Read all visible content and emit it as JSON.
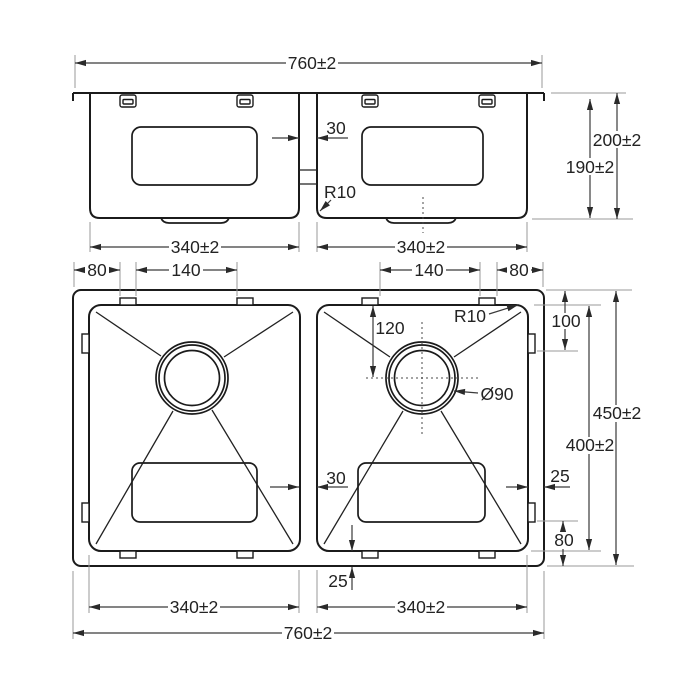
{
  "palette": {
    "part_line": "#1b1b1b",
    "dimension_line": "#3a3a3a",
    "extension_line": "#9a9a9a",
    "text": "#232323",
    "background": "#ffffff"
  },
  "front_view": {
    "overall_width": "760±2",
    "bowl_width_left": "340±2",
    "bowl_width_right": "340±2",
    "divider_width": "30",
    "corner_radius": "R10",
    "depth_overall": "200±2",
    "depth_bowl": "190±2"
  },
  "plan_view": {
    "offset_left": "80",
    "clip_spacing_left": "140",
    "clip_spacing_right": "140",
    "offset_right": "80",
    "drain_offset_top": "120",
    "corner_radius": "R10",
    "clip_offset_top": "100",
    "drain_diameter": "Ø90",
    "length_overall": "450±2",
    "length_bowl": "400±2",
    "divider_width": "30",
    "rim_right": "25",
    "clip_offset_bottom": "80",
    "rim_bottom": "25",
    "bowl_width_left": "340±2",
    "bowl_width_right": "340±2",
    "overall_width": "760±2"
  }
}
